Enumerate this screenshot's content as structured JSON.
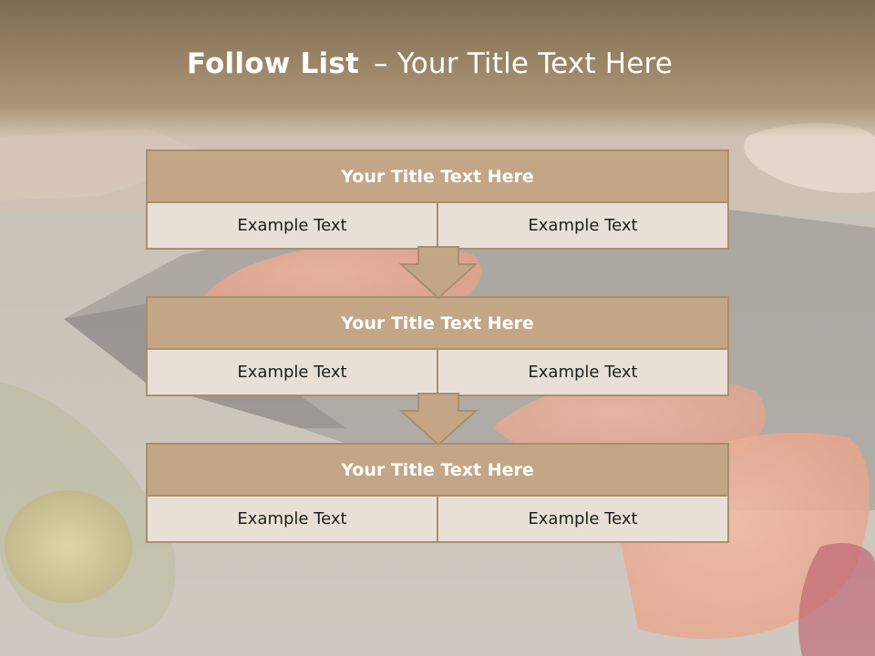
{
  "slide": {
    "title_strong": "Follow List",
    "title_dash": "–",
    "title_rest": "Your Title Text Here"
  },
  "steps": [
    {
      "title": "Your Title Text Here",
      "items": [
        "Example Text",
        "Example Text"
      ]
    },
    {
      "title": "Your Title Text Here",
      "items": [
        "Example Text",
        "Example Text"
      ]
    },
    {
      "title": "Your Title Text Here",
      "items": [
        "Example Text",
        "Example Text"
      ]
    }
  ],
  "colors": {
    "header": "#9a8466",
    "box_title": "#c2a686",
    "box_body": "#e8e0d6",
    "border": "#a88f6e"
  }
}
